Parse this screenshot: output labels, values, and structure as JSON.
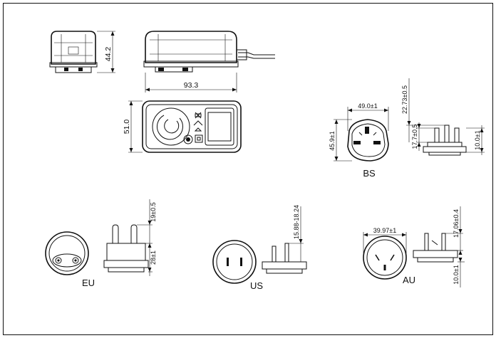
{
  "dimensions": {
    "height_top_view": "44.2",
    "length": "93.3",
    "width": "51.0",
    "bs_width": "49.0±1",
    "bs_height": "45.9±1",
    "bs_pin_length": "22.73±0.5",
    "bs_pin_offset": "17.7±0.5",
    "bs_base": "10.0±1",
    "eu_pin": "19±0.5",
    "eu_body": "28±1",
    "us_pin": "15.88-18.24",
    "au_width": "39.97±1",
    "au_pin": "17.06±0.4",
    "au_base": "10.0±1"
  },
  "plug_labels": {
    "bs": "BS",
    "eu": "EU",
    "us": "US",
    "au": "AU"
  }
}
